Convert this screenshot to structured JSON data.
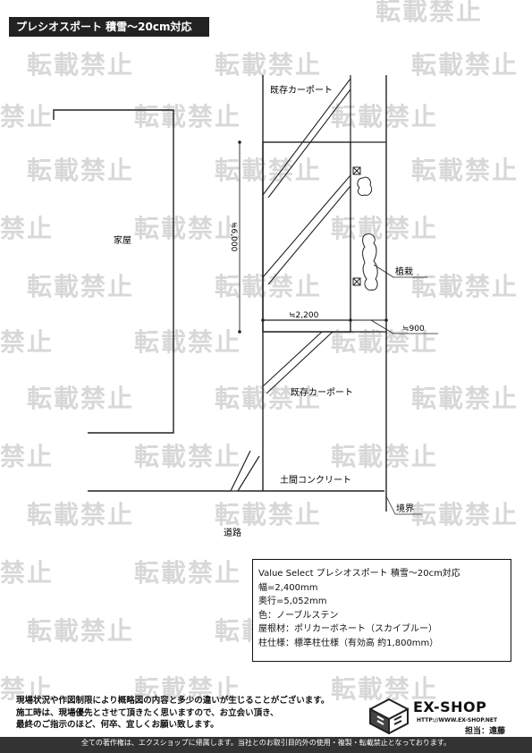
{
  "title": "プレシオスポート 積雪～20cm対応",
  "watermark": "転載禁止",
  "labels": {
    "house": "家屋",
    "carport_top": "既存カーポート",
    "carport_bottom": "既存カーポート",
    "depth_dim": "≒6,000",
    "width_dim": "≒2,200",
    "gap_dim": "≒900",
    "planting": "植栽",
    "concrete": "土間コンクリート",
    "boundary": "境界",
    "road": "道路"
  },
  "spec": {
    "lines": [
      "Value Select プレシオスポート 積雪～20cm対応",
      "幅=2,400mm",
      "奥行=5,052mm",
      "色：ノーブルステン",
      "屋根材：ポリカーボネート（スカイブルー）",
      "柱仕様：標準柱仕様（有効高 約1,800mm）"
    ]
  },
  "notes": [
    "現場状況や作図制限により概略図の内容と多少の違いが生じることがございます。",
    "施工時は、現場優先とさせて頂きたく思いますので、お立会い頂き、",
    "最終のご指示のほど、何卒、宜しくお願い致します。"
  ],
  "brand": {
    "name": "EX-SHOP",
    "url": "HTTP://WWW.EX-SHOP.NET",
    "contact": "担当：遠藤"
  },
  "footer": "全ての著作権は、エクスショップに帰属します。当社とのお取引目的外の使用・複製・転載禁止となっております。"
}
